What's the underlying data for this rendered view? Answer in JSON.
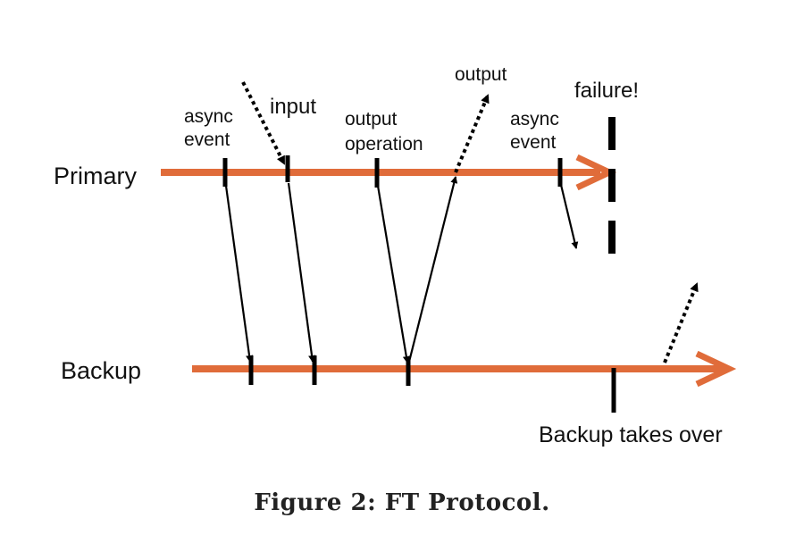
{
  "diagram": {
    "timelines": {
      "primary": {
        "label": "Primary"
      },
      "backup": {
        "label": "Backup"
      }
    },
    "labels": {
      "async_event_1": [
        "async",
        "event"
      ],
      "input": "input",
      "output_operation": [
        "output",
        "operation"
      ],
      "output": "output",
      "async_event_2": [
        "async",
        "event"
      ],
      "failure": "failure!",
      "backup_takes_over": "Backup takes over"
    },
    "colors": {
      "timeline": "#e06c3a",
      "marks": "#000000"
    }
  },
  "caption": "Figure 2:  FT Protocol."
}
